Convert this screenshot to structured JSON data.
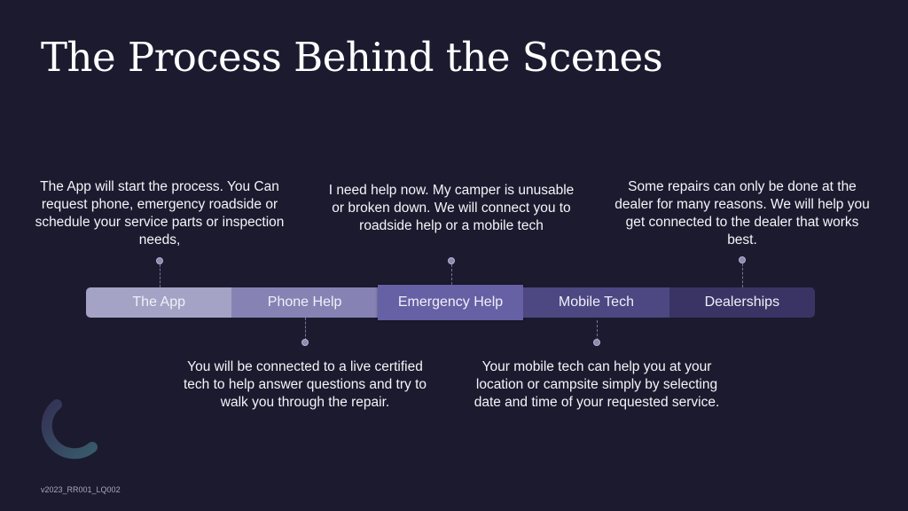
{
  "title": "The Process Behind the Scenes",
  "steps": [
    {
      "label": "The App",
      "color": "#a5a3c5"
    },
    {
      "label": "Phone Help",
      "color": "#8683b4"
    },
    {
      "label": "Emergency Help",
      "color": "#6660a5"
    },
    {
      "label": "Mobile Tech",
      "color": "#4d4782"
    },
    {
      "label": "Dealerships",
      "color": "#3a3465"
    }
  ],
  "notes": {
    "app": "The App will start the process. You Can request phone, emergency roadside or schedule your service parts or inspection needs,",
    "phone": "You will  be connected to a live certified tech to help answer questions and try to walk you through the repair.",
    "emergency": "I need help now. My camper is unusable or broken down.  We will connect you to roadside help or a mobile tech",
    "mobile": "Your mobile tech can help you at your location or campsite simply by selecting date and time of your requested service.",
    "dealer": "Some repairs can only be done at the dealer for many reasons. We will help you get connected to the dealer that works best."
  },
  "footer": "v2023_RR001_LQ002"
}
